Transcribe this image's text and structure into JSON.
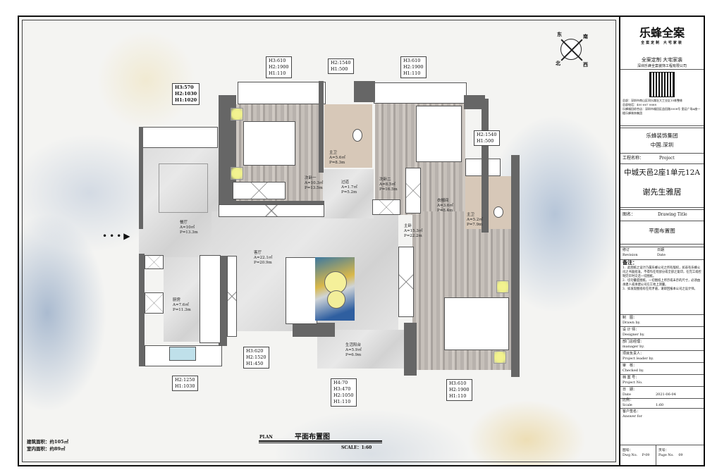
{
  "plan": {
    "title": "平面布置图",
    "title_en": "PLAN",
    "scale": "SCALE：1:60",
    "area_building": "建筑面积：约105㎡",
    "area_interior": "室内面积：约89㎡",
    "compass": {
      "east": "东",
      "south": "南",
      "west": "西",
      "north": "北"
    },
    "dimensions": [
      "H3:570\nH2:1030\nH1:1020",
      "H3:610\nH2:1900\nH1:110",
      "H2:1540\nH1:500",
      "H3:610\nH2:1900\nH1:110",
      "H2:1540\nH1:500",
      "H3:620\nH2:1520\nH1:450",
      "H2:1250\nH1:1030",
      "H4:70\nH3:470\nH2:1050\nH1:110",
      "H3:610\nH2:1900\nH1:110"
    ],
    "rooms": [
      {
        "name": "次卧一",
        "area": "A=10.3㎡",
        "perimeter": "P=13.5m"
      },
      {
        "name": "过道",
        "area": "A=1.7㎡",
        "perimeter": "P=5.2m"
      },
      {
        "name": "次卧二",
        "area": "A=8.5㎡",
        "perimeter": "P=16.5m"
      },
      {
        "name": "衣帽间",
        "area": "A=3.6㎡",
        "perimeter": "P=8.4m"
      },
      {
        "name": "主卫",
        "area": "A=5.6㎡",
        "perimeter": "P=8.3m"
      },
      {
        "name": "主卫",
        "area": "A=5.2㎡",
        "perimeter": "P=7.9m"
      },
      {
        "name": "餐厅",
        "area": "A=10㎡",
        "perimeter": "P=13.3m"
      },
      {
        "name": "客厅",
        "area": "A=22.1㎡",
        "perimeter": "P=20.9m"
      },
      {
        "name": "厨房",
        "area": "A=7.6㎡",
        "perimeter": "P=11.3m"
      },
      {
        "name": "主卧",
        "area": "A=15.3㎡",
        "perimeter": "P=22.2m"
      },
      {
        "name": "生活阳台",
        "area": "A=5.9㎡",
        "perimeter": "P=6.9m"
      }
    ]
  },
  "title_block": {
    "brand": "乐蜂全案",
    "brand_sub": "全案定制 大宅家装",
    "slogan": "全案定制 大宅家装",
    "company": "深圳乐蜂全案装饰工程有限公司",
    "address1": "总部：深圳市南山区同乐路壮大工业区15栋整栋",
    "phone": "总部电话：400 667 0668",
    "address2": "乐蜂福田综合店：深圳市福田区益田路3008号 皇廷广场A座一楼乐蜂装饰集团",
    "group": "乐蜂装饰集团",
    "location": "中国.深圳",
    "project_label": "工程名称：",
    "project_label_en": "Project",
    "project_name": "中城天邑2座1单元12A",
    "client": "谢先生雅居",
    "drawing_label": "图名：",
    "drawing_label_en": "Drawing Title",
    "drawing_title": "平面布置图",
    "revision": "修订",
    "revision_en": "Revision",
    "date_col": "日期",
    "date_col_en": "Date",
    "notes_title": "备注：",
    "notes": [
      "1．此图纸之设计乃属乐蜂公司之所有版权，如非有乐蜂公司之书面批准，不得作任何部分或全部之复印，在完工或控制完毕时交还一切图纸。",
      "2．切勿量度图纸，一切图纸上所示或未示的尺寸，必须由承建人或承建公司在工地上测量。",
      "3．如发现图纸有任何矛盾，请即回报本公司之设计师。"
    ],
    "fields": [
      {
        "cn": "制　图：",
        "en": "Drawn by.",
        "value": ""
      },
      {
        "cn": "设 计 师：",
        "en": "Designer by.",
        "value": ""
      },
      {
        "cn": "部门总经理：",
        "en": "manager by.",
        "value": ""
      },
      {
        "cn": "项目负责人：",
        "en": "Project leader by.",
        "value": ""
      },
      {
        "cn": "审　核：",
        "en": "Checked by.",
        "value": ""
      },
      {
        "cn": "档 案 号：",
        "en": "Project No.",
        "value": ""
      },
      {
        "cn": "日　期：",
        "en": "Date",
        "value": "2021-06-04"
      },
      {
        "cn": "比例：",
        "en": "Scale",
        "value": "1:60"
      }
    ],
    "client_sign": "客户签名：",
    "client_sign_en": "Answer for",
    "dwg_no_label": "图号：",
    "dwg_no_label_en": "Dwg No.",
    "dwg_no": "P-09",
    "page_no_label": "页号：",
    "page_no_label_en": "Page No.",
    "page_no": "09"
  }
}
